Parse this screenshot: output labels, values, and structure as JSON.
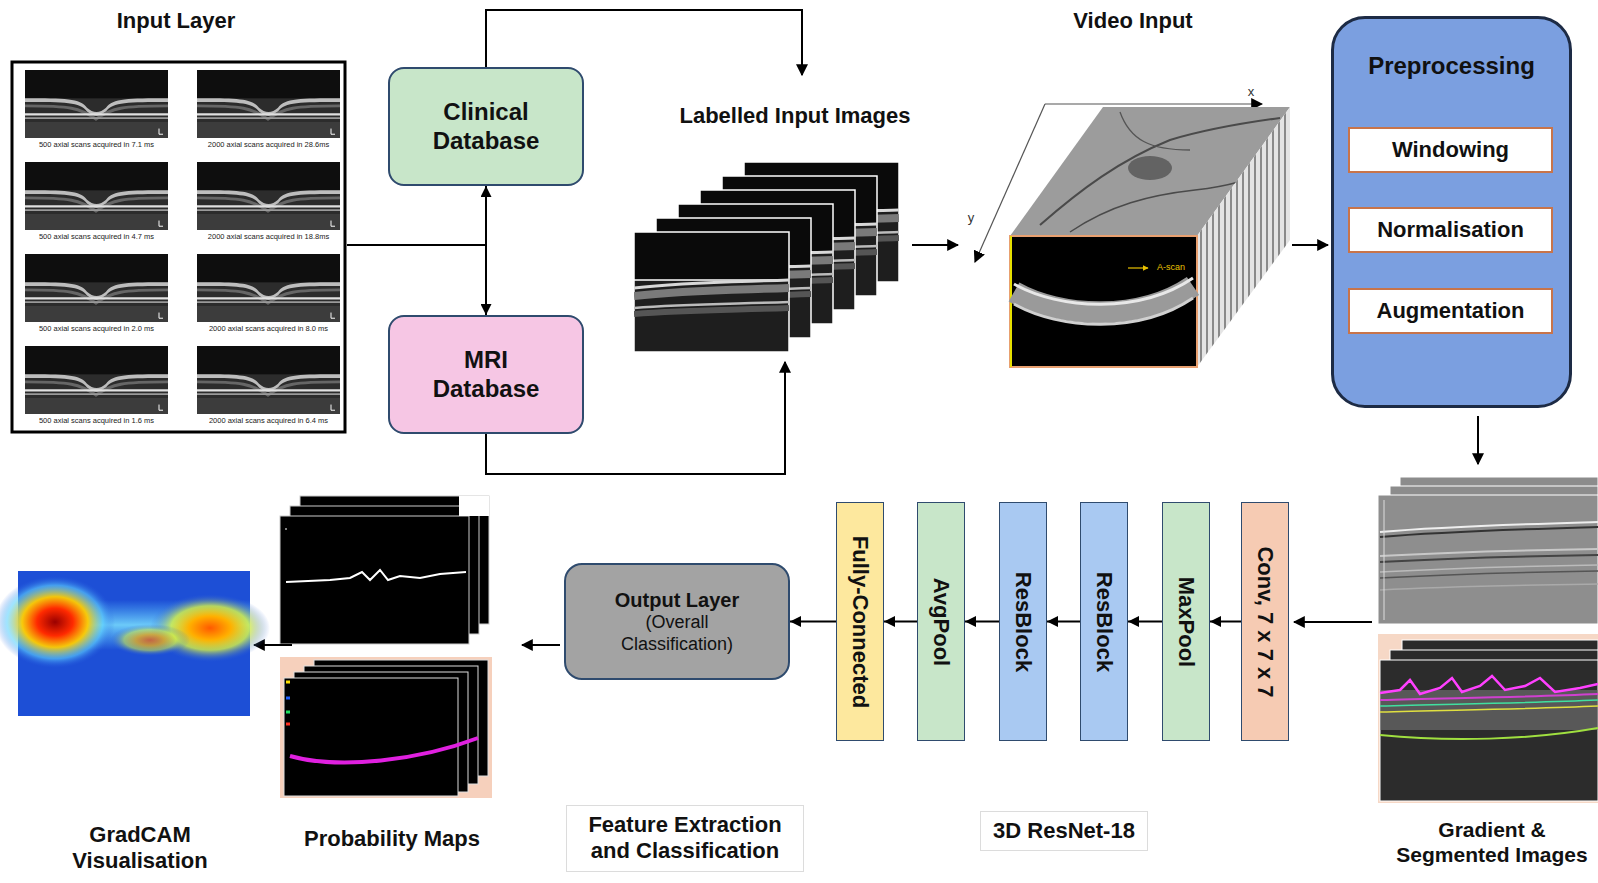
{
  "diagram": {
    "nodes": [
      {
        "text": [
          "Clinical Database"
        ]
      },
      {
        "text": [
          "MRI Database"
        ]
      },
      {
        "text": [
          "Preprocessing"
        ]
      },
      {
        "text": [
          "Windowing"
        ],
        "in": 2
      },
      {
        "text": [
          "Normalisation"
        ],
        "in": 2
      },
      {
        "text": [
          "Augmentation"
        ],
        "in": 2
      },
      {
        "text": [
          "Output Layer",
          "(Overall Classification)"
        ]
      },
      {
        "text": [
          "Fully-Connected"
        ]
      },
      {
        "text": [
          "AvgPool"
        ]
      },
      {
        "text": [
          "ResBlock"
        ]
      },
      {
        "text": [
          "ResBlock"
        ]
      },
      {
        "text": [
          "MaxPool"
        ]
      },
      {
        "text": [
          "Conv, 7 x 7 x 7"
        ]
      }
    ],
    "edges": [
      {
        "from": 0,
        "to": 1,
        "arrow": "both"
      },
      {
        "from": 12,
        "to": 11,
        "arrow": "to"
      },
      {
        "from": 11,
        "to": 10,
        "arrow": "to"
      },
      {
        "from": 10,
        "to": 9,
        "arrow": "to"
      },
      {
        "from": 9,
        "to": 8,
        "arrow": "to"
      },
      {
        "from": 8,
        "to": 7,
        "arrow": "to"
      },
      {
        "from": 7,
        "to": 6,
        "arrow": "to"
      }
    ],
    "labels": [
      "Input Layer",
      "Video Input",
      "Labelled Input Images",
      "500 axial scans acquired in 7.1 ms",
      "2000 axial scans acquired in 28.6ms",
      "500 axial scans acquired in 4.7 ms",
      "2000 axial scans acquired in 18.8ms",
      "500 axial scans acquired in 2.0 ms",
      "2000 axial scans acquired in 8.0 ms",
      "500 axial scans acquired in 1.6 ms",
      "2000 axial scans acquired in 6.4 ms",
      "x",
      "y",
      "A-scan",
      "Gradient & Segmented Images",
      "GradCAM Visualisation",
      "Probability Maps",
      "Feature Extraction and Classification",
      "3D ResNet-18"
    ]
  }
}
